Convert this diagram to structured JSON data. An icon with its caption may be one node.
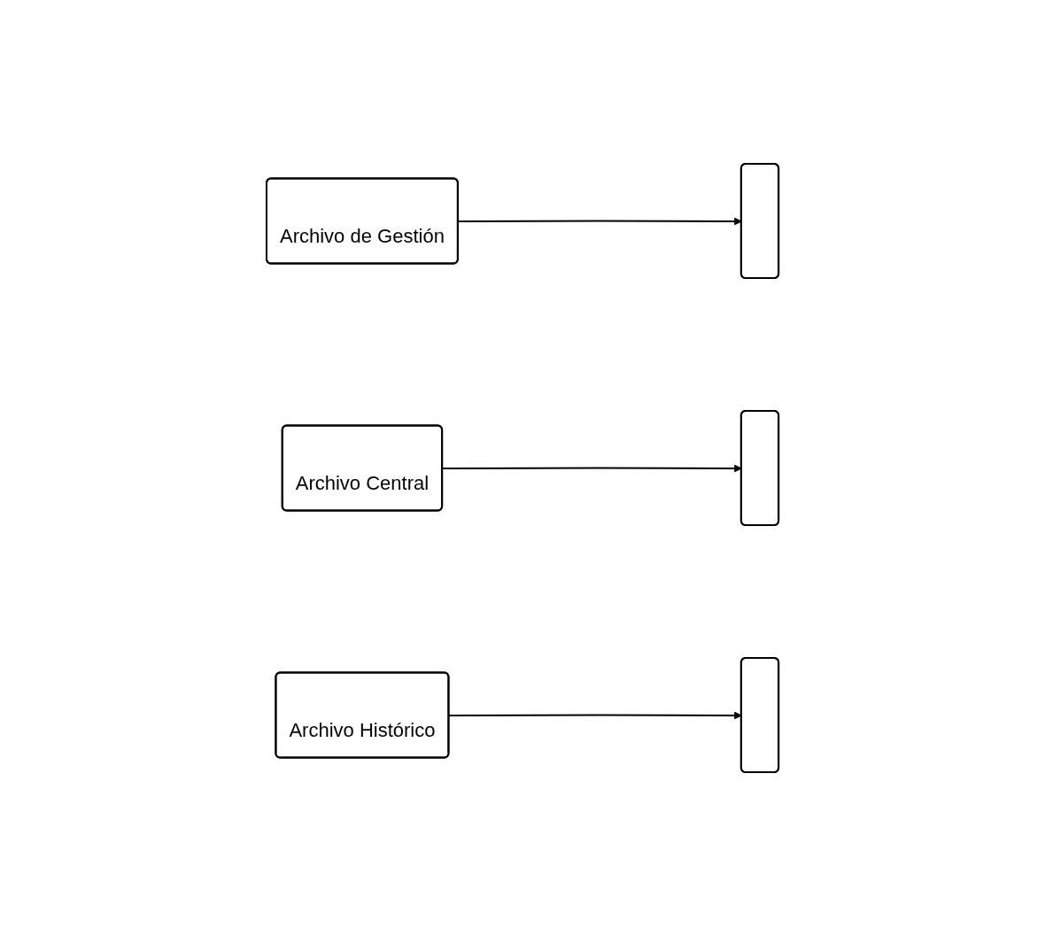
{
  "diagram": {
    "nodes": [
      {
        "text": [
          "Archivo de Gestión"
        ]
      },
      {
        "text": [],
        "shape": "box"
      },
      {
        "text": [
          "Archivo Central"
        ]
      },
      {
        "text": [],
        "shape": "box"
      },
      {
        "text": [
          "Archivo Histórico"
        ]
      },
      {
        "text": [],
        "shape": "box"
      }
    ],
    "edges": [
      {
        "from": 0,
        "to": 1,
        "arrow": "to"
      },
      {
        "from": 2,
        "to": 3,
        "arrow": "to"
      },
      {
        "from": 4,
        "to": 5,
        "arrow": "to"
      }
    ]
  }
}
